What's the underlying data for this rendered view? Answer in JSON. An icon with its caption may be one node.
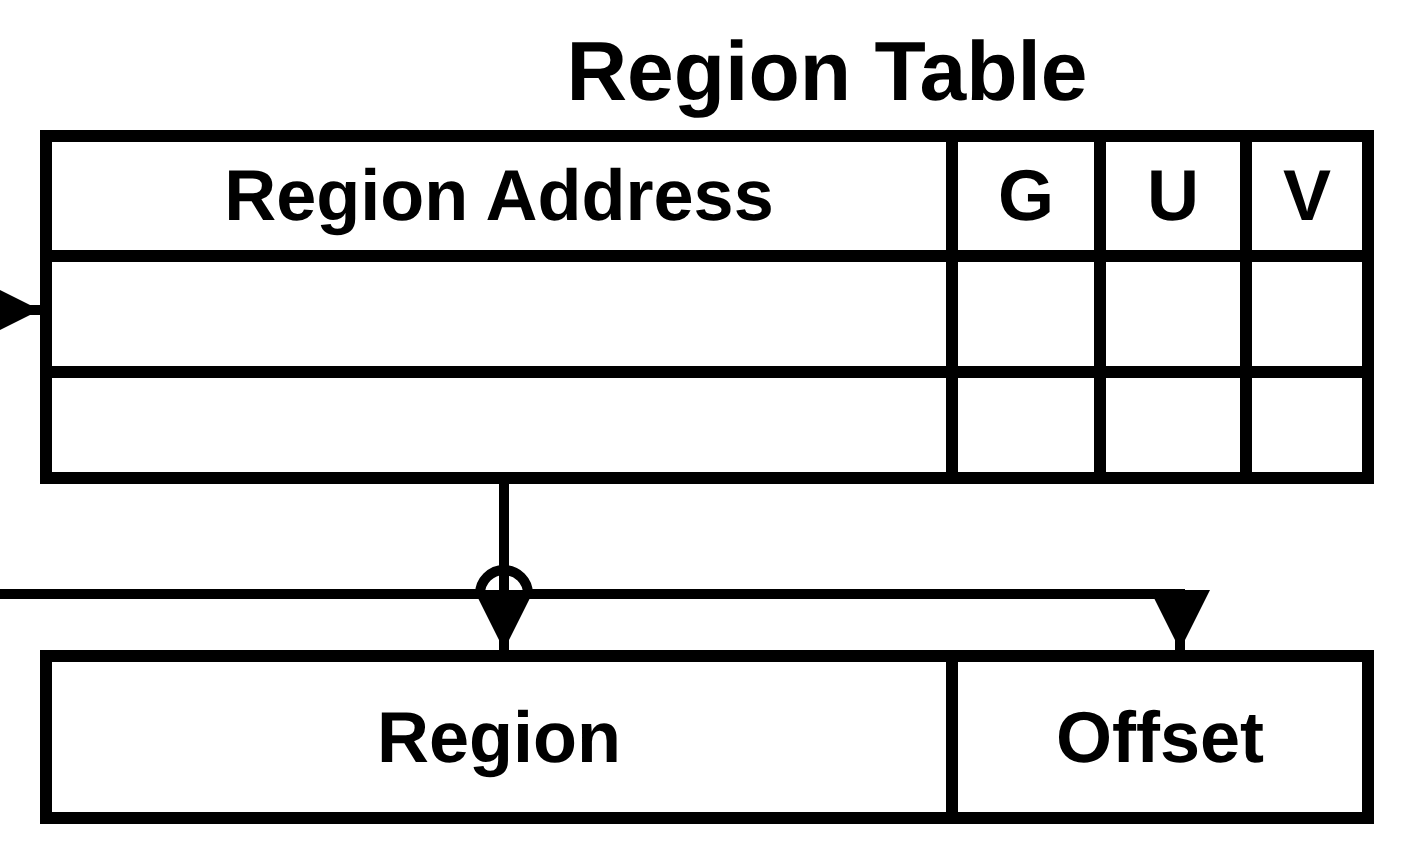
{
  "diagram": {
    "nodes": [
      {
        "text": [
          "Region Table"
        ]
      },
      {
        "text": [
          "Region Address"
        ],
        "in": 0
      },
      {
        "text": [
          "G"
        ],
        "in": 0
      },
      {
        "text": [
          "U"
        ],
        "in": 0
      },
      {
        "text": [
          "V"
        ],
        "in": 0
      },
      {
        "text": [
          "Region"
        ]
      },
      {
        "text": [
          "Offset"
        ]
      }
    ],
    "edges": [
      {
        "from": null,
        "to": 0,
        "arrow": "to"
      },
      {
        "from": 0,
        "to": 5,
        "arrow": "to"
      },
      {
        "from": null,
        "to": 6,
        "arrow": "to"
      }
    ]
  }
}
